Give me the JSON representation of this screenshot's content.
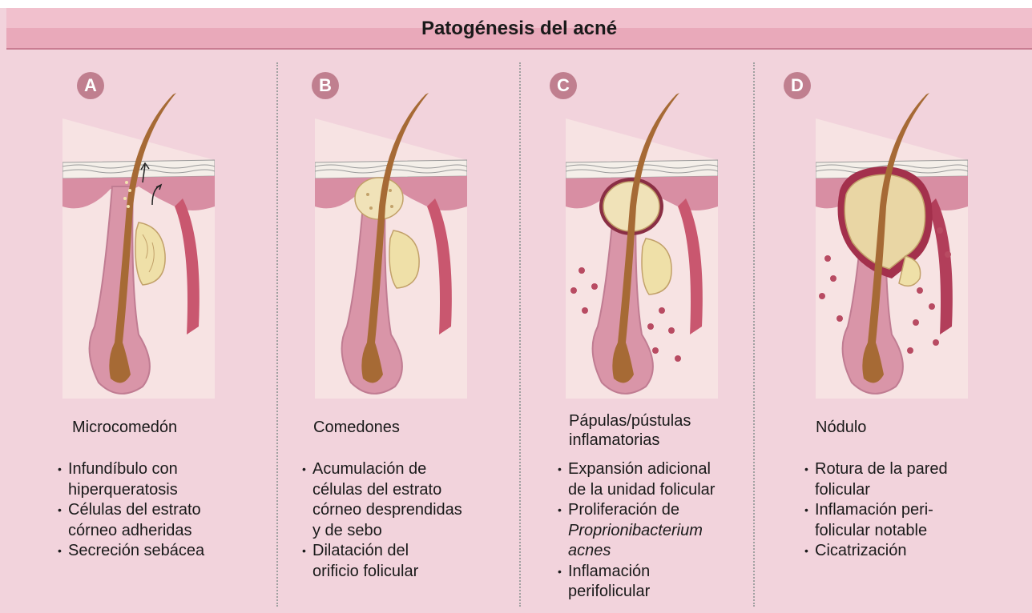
{
  "title": "Patogénesis del acné",
  "colors": {
    "background": "#f2d3dc",
    "header": "#eab0bf",
    "badge": "#c07f8f",
    "hair": "#a66a35",
    "sebum": "#f0e0b0",
    "inflammation": "#a8344d"
  },
  "panels": [
    {
      "letter": "A",
      "stage": "Microcomedón",
      "bullets": [
        {
          "text": "Infundíbulo con\nhiperqueratosis"
        },
        {
          "text": "Células del estrato\ncórneo adheridas"
        },
        {
          "text": "Secreción sebácea"
        }
      ]
    },
    {
      "letter": "B",
      "stage": "Comedones",
      "bullets": [
        {
          "text": "Acumulación de\ncélulas del estrato\ncórneo desprendidas\ny de sebo"
        },
        {
          "text": "Dilatación del\norificio folicular"
        }
      ]
    },
    {
      "letter": "C",
      "stage": "Pápulas/pústulas\ninflamatorias",
      "bullets": [
        {
          "text": "Expansión adicional\nde la unidad folicular"
        },
        {
          "text": "Proliferación de",
          "italic": "Proprionibacterium\nacnes"
        },
        {
          "text": "Inflamación\nperifolicular"
        }
      ]
    },
    {
      "letter": "D",
      "stage": "Nódulo",
      "bullets": [
        {
          "text": "Rotura de la pared\nfolicular"
        },
        {
          "text": "Inflamación peri-\nfolicular notable"
        },
        {
          "text": "Cicatrización"
        }
      ]
    }
  ]
}
